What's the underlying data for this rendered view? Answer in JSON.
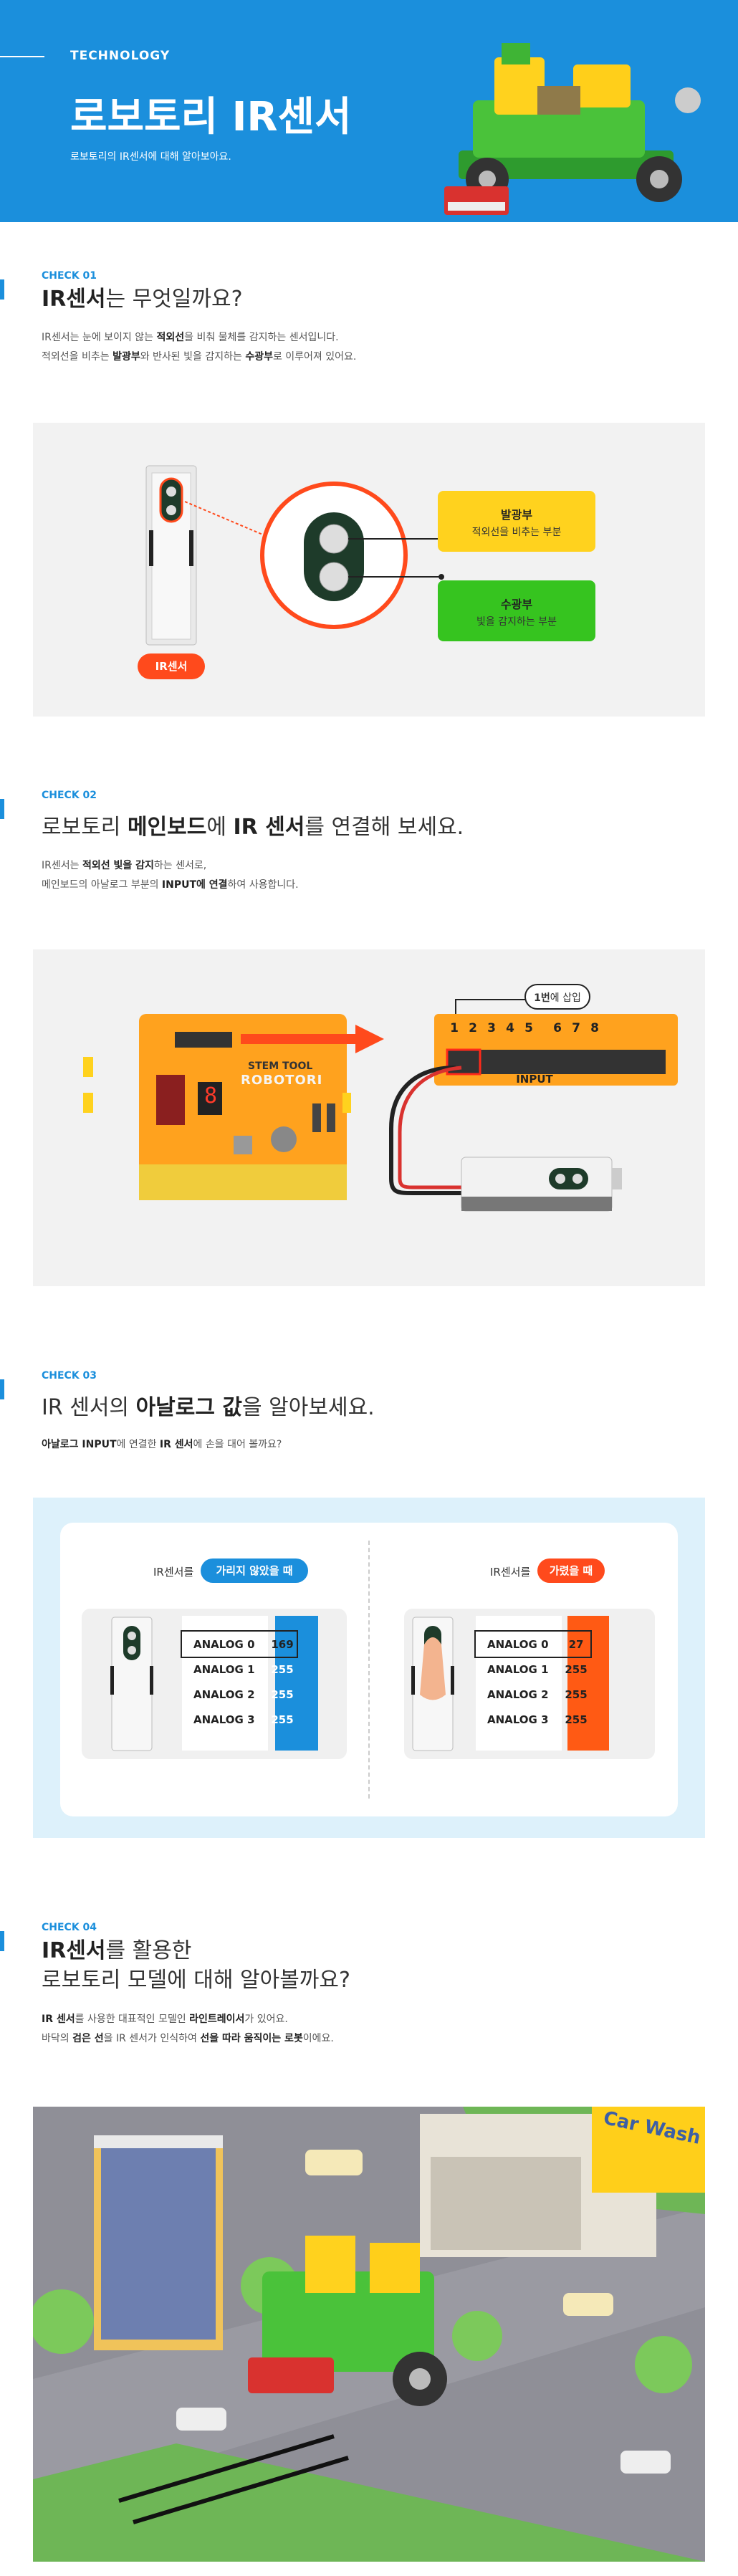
{
  "header": {
    "eyebrow": "TECHNOLOGY",
    "title": "로보토리 IR센서",
    "subtitle": "로보토리의 IR센서에 대해 알아보아요."
  },
  "check1": {
    "label": "CHECK 01",
    "heading_bold": "IR센서",
    "heading_rest": "는 무엇일까요?",
    "line1_a": "IR센서는 눈에 보이지 않는 ",
    "line1_b": "적외선",
    "line1_c": "을 비춰 물체를 감지하는 센서입니다.",
    "line2_a": "적외선을 비추는 ",
    "line2_b": "발광부",
    "line2_c": "와 반사된 빛을 감지하는 ",
    "line2_d": "수광부",
    "line2_e": "로 이루어져 있어요.",
    "sensor_tag": "IR센서",
    "emitter_title": "발광부",
    "emitter_desc": "적외선을 비추는 부분",
    "receiver_title": "수광부",
    "receiver_desc": "빛을 감지하는 부분"
  },
  "check2": {
    "label": "CHECK 02",
    "heading_a": "로보토리 ",
    "heading_b": "메인보드",
    "heading_c": "에 ",
    "heading_d": "IR 센서",
    "heading_e": "를 연결해 보세요.",
    "line1_a": "IR센서는 ",
    "line1_b": "적외선 빛을 감지",
    "line1_c": "하는 센서로,",
    "line2_a": "메인보드의 아날로그 부분의 ",
    "line2_b": "INPUT에 연결",
    "line2_c": "하여 사용합니다.",
    "callout_bold": "1번",
    "callout_rest": "에 삽입",
    "port_numbers": [
      "1",
      "2",
      "3",
      "4",
      "5",
      "6",
      "7",
      "8"
    ],
    "input_label": "INPUT",
    "board_brand": "ROBOTORI",
    "board_model": "STEM TOOL",
    "board_digit": "8"
  },
  "check3": {
    "label": "CHECK 03",
    "heading_a": "IR 센서의 ",
    "heading_b": "아날로그 값",
    "heading_c": "을 알아보세요.",
    "line1_a": "아날로그 INPUT",
    "line1_b": "에 연결한 ",
    "line1_c": "IR 센서",
    "line1_d": "에 손을 대어 볼까요?",
    "left_prefix": "IR센서를",
    "left_pill": "가리지 않았을 때",
    "right_prefix": "IR센서를",
    "right_pill": "가렸을 때",
    "left_rows": [
      {
        "name": "ANALOG 0",
        "value": "169"
      },
      {
        "name": "ANALOG 1",
        "value": "255"
      },
      {
        "name": "ANALOG 2",
        "value": "255"
      },
      {
        "name": "ANALOG 3",
        "value": "255"
      }
    ],
    "right_rows": [
      {
        "name": "ANALOG 0",
        "value": "27"
      },
      {
        "name": "ANALOG 1",
        "value": "255"
      },
      {
        "name": "ANALOG 2",
        "value": "255"
      },
      {
        "name": "ANALOG 3",
        "value": "255"
      }
    ]
  },
  "check4": {
    "label": "CHECK 04",
    "heading_bold": "IR센서",
    "heading_rest": "를 활용한",
    "heading_line2": "로보토리 모델에 대해 알아볼까요?",
    "line1_a": "IR 센서",
    "line1_b": "를 사용한 대표적인 모델인 ",
    "line1_c": "라인트레이서",
    "line1_d": "가 있어요.",
    "line2_a": "바닥의 ",
    "line2_b": "검은 선",
    "line2_c": "을 IR 센서가 인식하여 ",
    "line2_d": "선을 따라 움직이는 로봇",
    "line2_e": "이에요.",
    "carwash_sign": "Car Wash"
  },
  "colors": {
    "accent_blue": "#1b8fdc",
    "yellow": "#ffd21e",
    "green": "#36c41f",
    "orange_red": "#ff4a1c",
    "board_orange": "#ffa21e"
  }
}
